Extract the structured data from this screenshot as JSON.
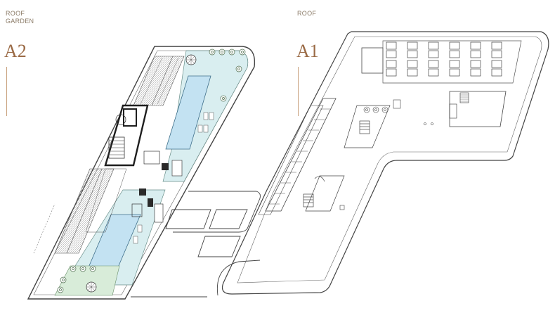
{
  "left_section": {
    "label_line1": "ROOF",
    "label_line2": "GARDEN",
    "code": "A2"
  },
  "right_section": {
    "label": "ROOF",
    "code": "A1"
  },
  "colors": {
    "label_text": "#8a7a66",
    "code_text": "#9a6a45",
    "accent_line": "#c9a27e",
    "plan_stroke": "#555555",
    "pool_fill": "#cfe6f2",
    "garden_fill": "#dcefe4",
    "dark_fill": "#2a2a2a"
  },
  "icons": [
    "spiral-stair-icon",
    "tree-icon",
    "staircase-icon"
  ]
}
